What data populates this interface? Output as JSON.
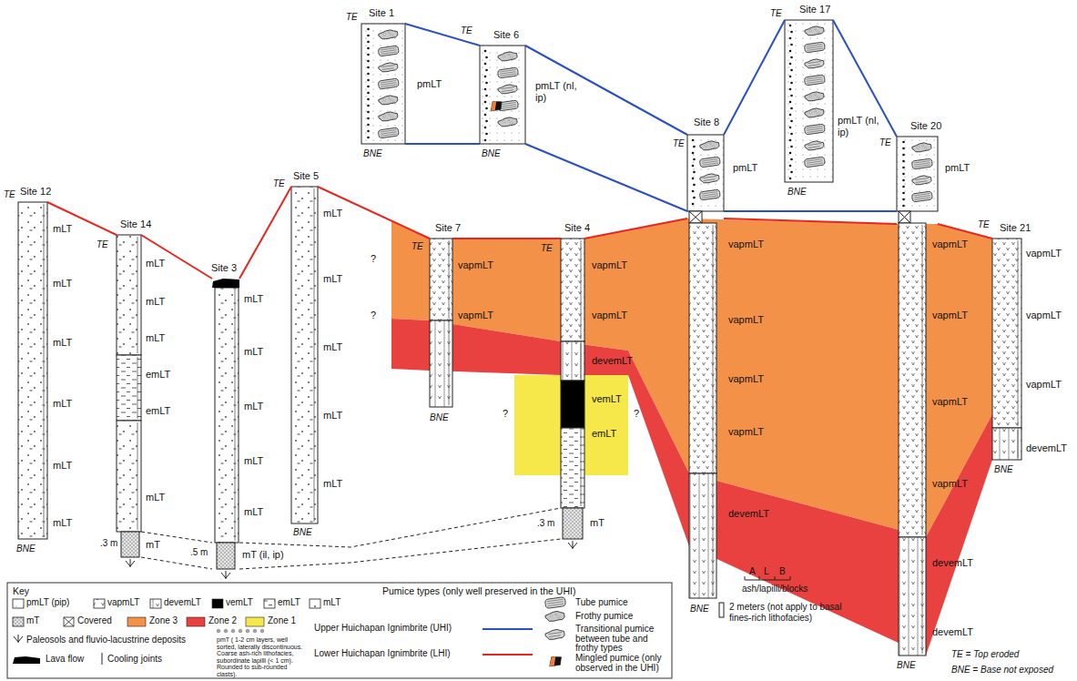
{
  "diagram": {
    "nodes": [
      {
        "text": [
          "Site 12",
          "TE",
          "mLT",
          "mLT",
          "mLT",
          "mLT",
          "mLT",
          "mLT",
          "BNE"
        ]
      },
      {
        "text": [
          "Site 14",
          "TE",
          "mLT",
          "mLT",
          "mLT",
          "emLT",
          "emLT",
          "mLT",
          "mT"
        ]
      },
      {
        "text": [
          "Site 3",
          "mLT",
          "mLT",
          "mLT",
          "mLT",
          "mLT",
          "mT (il, ip)"
        ]
      },
      {
        "text": [
          "Site 5",
          "TE",
          "mLT",
          "mLT",
          "mLT",
          "mLT",
          "mLT",
          "BNE"
        ]
      },
      {
        "text": [
          "Site 1",
          "TE",
          "pmLT",
          "BNE"
        ]
      },
      {
        "text": [
          "Site 7",
          "TE",
          "vapmLT",
          "vapmLT",
          "BNE"
        ]
      },
      {
        "text": [
          "Site 6",
          "TE",
          "pmLT (nl, ip)",
          "BNE"
        ]
      },
      {
        "text": [
          "Site 4",
          "TE",
          "vapmLT",
          "vapmLT",
          "devemLT",
          "vemLT",
          "emLT",
          "mT"
        ]
      },
      {
        "text": [
          "Site 8",
          "TE",
          "pmLT",
          "vapmLT",
          "vapmLT",
          "vapmLT",
          "vapmLT",
          "devemLT",
          "BNE"
        ]
      },
      {
        "text": [
          "Site 17",
          "TE",
          "pmLT (nl, ip)",
          "BNE"
        ]
      },
      {
        "text": [
          "Site 20",
          "TE",
          "pmLT",
          "vapmLT",
          "vapmLT",
          "vapmLT",
          "vapmLT",
          "devemLT",
          "devemLT",
          "BNE"
        ]
      },
      {
        "text": [
          "Site 21",
          "TE",
          "vapmLT",
          "vapmLT",
          "vapmLT",
          "devemLT",
          "BNE"
        ]
      }
    ],
    "edges": [
      {
        "from": 0,
        "to": 1,
        "arrow": "none"
      },
      {
        "from": 1,
        "to": 2,
        "arrow": "none"
      },
      {
        "from": 2,
        "to": 3,
        "arrow": "none"
      },
      {
        "from": 3,
        "to": 5,
        "arrow": "none"
      },
      {
        "from": 5,
        "to": 7,
        "arrow": "none"
      },
      {
        "from": 7,
        "to": 8,
        "arrow": "none"
      },
      {
        "from": 8,
        "to": 10,
        "arrow": "none"
      },
      {
        "from": 10,
        "to": 11,
        "arrow": "none"
      },
      {
        "from": 4,
        "to": 6,
        "arrow": "none"
      },
      {
        "from": 4,
        "to": 6,
        "arrow": "none"
      },
      {
        "from": 6,
        "to": 8,
        "arrow": "none"
      },
      {
        "from": 6,
        "to": 8,
        "arrow": "none"
      },
      {
        "from": 8,
        "to": 9,
        "arrow": "none"
      },
      {
        "from": 9,
        "to": 10,
        "arrow": "none"
      },
      {
        "from": 8,
        "to": 10,
        "arrow": "none"
      },
      {
        "from": 1,
        "to": 2,
        "arrow": "none"
      },
      {
        "from": 1,
        "to": 2,
        "arrow": "none"
      },
      {
        "from": 2,
        "to": 7,
        "arrow": "none"
      },
      {
        "from": 2,
        "to": 7,
        "arrow": "none"
      }
    ],
    "labels": [
      "?",
      "?",
      ".3 m",
      ".5 m",
      "?",
      "?",
      ".3 m",
      "Key",
      "Pumice types (only well preserved in the UHI)",
      "A",
      "L",
      "B",
      "ash/lapilli/blocks",
      "TE = Top eroded",
      "BNE = Base not exposed"
    ],
    "legend": [
      {
        "text": "pmLT (pip)"
      },
      {
        "text": "vapmLT"
      },
      {
        "text": "devemLT"
      },
      {
        "text": "vemLT",
        "color": "#000000"
      },
      {
        "text": "emLT"
      },
      {
        "text": "mLT"
      },
      {
        "text": "mT"
      },
      {
        "text": "Covered"
      },
      {
        "text": "Zone 3",
        "color": "#f39149"
      },
      {
        "text": "Zone 2",
        "color": "#e8413f"
      },
      {
        "text": "Zone 1",
        "color": "#f6e84b"
      },
      {
        "text": "Paleosols and fluvio-lacustrine deposits"
      },
      {
        "text": "Lava flow"
      },
      {
        "text": "Cooling joints"
      },
      {
        "text": "pmT ( 1-2 cm layers, well sorted, laterally discontinuous. Coarse ash-rich lithofacies, subordinate lapilli (< 1 cm). Rounded to sub-rounded clasts)."
      },
      {
        "text": "Upper Huichapan Ignimbrite (UHI)"
      },
      {
        "text": "Lower Huichapan Ignimbrite (LHI)"
      },
      {
        "text": "Tube pumice"
      },
      {
        "text": "Frothy pumice"
      },
      {
        "text": "Transitional pumice between tube and frothy types"
      },
      {
        "text": "Mingled pumice (only observed in the UHI)"
      },
      {
        "text": "2 meters (not apply to basal fines-rich lithofacies)"
      }
    ]
  }
}
